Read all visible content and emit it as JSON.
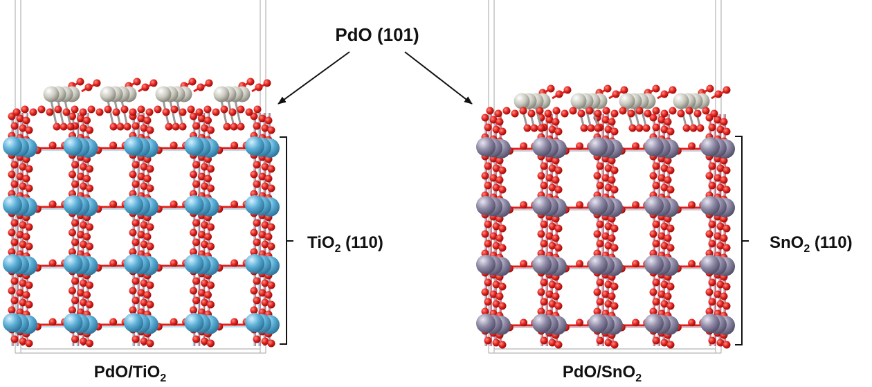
{
  "labels": {
    "pdo": "PdO (101)",
    "left_support_main": "TiO",
    "left_support_sub": "2",
    "left_support_tail": " (110)",
    "right_support_main": "SnO",
    "right_support_sub": "2",
    "right_support_tail": " (110)",
    "left_caption_main": "PdO/TiO",
    "left_caption_sub": "2",
    "right_caption_main": "PdO/SnO",
    "right_caption_sub": "2"
  },
  "colors": {
    "oxygen": "#e0201c",
    "ti": "#5aaed6",
    "sn": "#8f8aa6",
    "pd": "#c8c8be",
    "bond_left": "#9fd0e6",
    "bond_right": "#b8b4c8",
    "frame": "#b4b4b4",
    "text": "#111111"
  }
}
